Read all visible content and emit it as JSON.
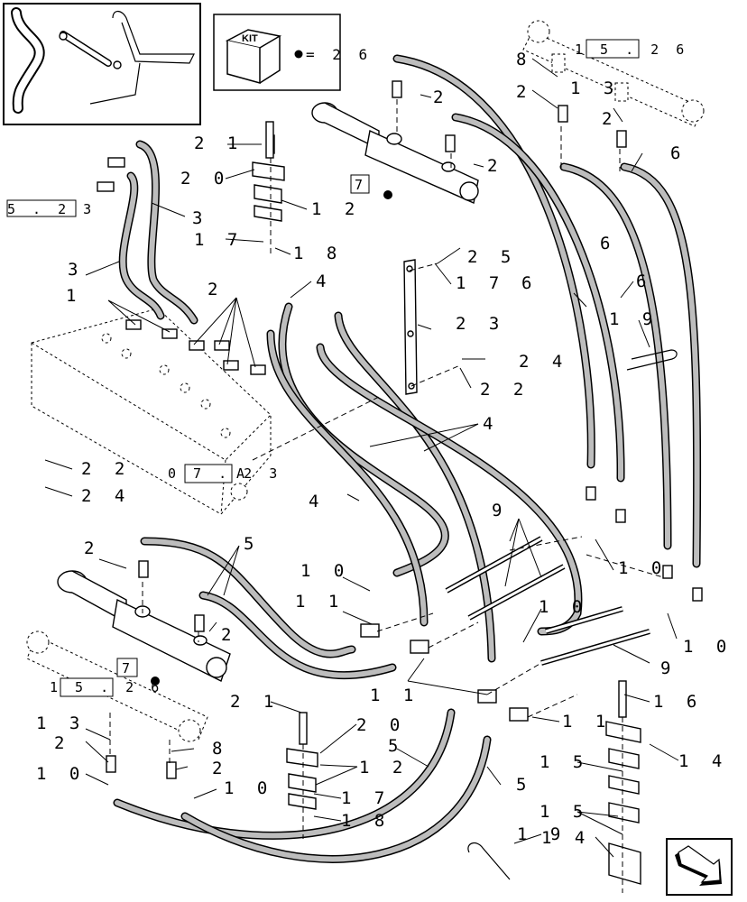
{
  "kit": {
    "label": "KIT",
    "quantity": "2 6"
  },
  "references": [
    {
      "id": "ref-15-26-top",
      "text": "1 5 . 2 6"
    },
    {
      "id": "ref-5-23",
      "text": "5 . 2 3"
    },
    {
      "id": "ref-7-upper",
      "text": "7"
    },
    {
      "id": "ref-07-23-a",
      "text": "0 7 . 2 3"
    },
    {
      "id": "ref-07-23-a-suffix",
      "text": "A"
    },
    {
      "id": "ref-7-lower",
      "text": "7"
    },
    {
      "id": "ref-15-26-lower",
      "text": "1 5 . 2 6"
    }
  ],
  "callouts": [
    {
      "text": "2 1"
    },
    {
      "text": "2 0"
    },
    {
      "text": "1 2"
    },
    {
      "text": "1 7"
    },
    {
      "text": "1 8"
    },
    {
      "text": "2"
    },
    {
      "text": "2"
    },
    {
      "text": "8"
    },
    {
      "text": "1 3"
    },
    {
      "text": "2"
    },
    {
      "text": "2"
    },
    {
      "text": "6"
    },
    {
      "text": "3"
    },
    {
      "text": "3"
    },
    {
      "text": "6"
    },
    {
      "text": "2 5"
    },
    {
      "text": "1 7"
    },
    {
      "text": "1"
    },
    {
      "text": "2"
    },
    {
      "text": "4"
    },
    {
      "text": "6"
    },
    {
      "text": "6"
    },
    {
      "text": "1 9"
    },
    {
      "text": "2 3"
    },
    {
      "text": "2 4"
    },
    {
      "text": "2 2"
    },
    {
      "text": "4"
    },
    {
      "text": "2 2"
    },
    {
      "text": "2 4"
    },
    {
      "text": "4"
    },
    {
      "text": "9"
    },
    {
      "text": "1 0"
    },
    {
      "text": "2"
    },
    {
      "text": "5"
    },
    {
      "text": "1 0"
    },
    {
      "text": "1 1"
    },
    {
      "text": "1 0"
    },
    {
      "text": "2"
    },
    {
      "text": "1 0"
    },
    {
      "text": "9"
    },
    {
      "text": "1 1"
    },
    {
      "text": "1 6"
    },
    {
      "text": "2 1"
    },
    {
      "text": "1 1"
    },
    {
      "text": "2 0"
    },
    {
      "text": "1 3"
    },
    {
      "text": "2"
    },
    {
      "text": "8"
    },
    {
      "text": "5"
    },
    {
      "text": "1 2"
    },
    {
      "text": "2"
    },
    {
      "text": "1 5"
    },
    {
      "text": "1 4"
    },
    {
      "text": "1 0"
    },
    {
      "text": "1 0"
    },
    {
      "text": "1 7"
    },
    {
      "text": "5"
    },
    {
      "text": "1 8"
    },
    {
      "text": "1 5"
    },
    {
      "text": "1 9"
    },
    {
      "text": "1 4"
    }
  ]
}
